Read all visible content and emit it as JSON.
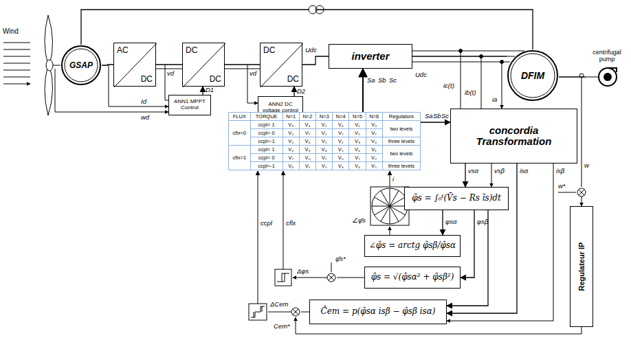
{
  "diagram": {
    "nodes": [
      {
        "text": [
          "GSAP"
        ]
      },
      {
        "text": [
          "AC",
          "DC"
        ]
      },
      {
        "text": [
          "DC",
          "DC"
        ]
      },
      {
        "text": [
          "ANN1 MPPT Control"
        ]
      },
      {
        "text": [
          "DC",
          "DC"
        ]
      },
      {
        "text": [
          "ANN2 DC voltage control"
        ]
      },
      {
        "text": [
          "inverter"
        ]
      },
      {
        "text": [
          "DFIM"
        ]
      },
      {
        "text": [
          "centrifugal pump"
        ]
      },
      {
        "text": [
          "concordia Transformation"
        ]
      },
      {
        "text": [
          "φ̄s = ∫₀ᵗ(V̄s − Rs īs)dt"
        ]
      },
      {
        "text": [
          "∠φ̂s = arctg φ̂sβ/φ̂sα"
        ]
      },
      {
        "text": [
          "φ̂s = √(φ̂sα² + φ̂sβ²)"
        ]
      },
      {
        "text": [
          "Ĉem = p(φ̂sα isβ − φ̂sβ isα)"
        ]
      },
      {
        "text": [
          "Regulateur IP"
        ]
      },
      {
        "text": [
          "FLUX",
          "TORQUE",
          "N=1",
          "N=2",
          "N=3",
          "N=4",
          "N=5",
          "N=6",
          "Regulators",
          "cflx=0",
          "ccpl= 1",
          "V₃",
          "V₄",
          "V₅",
          "V₆",
          "V₁",
          "V₂",
          "two levels",
          "ccpl= 0",
          "V₀",
          "V₇",
          "V₀",
          "V₇",
          "V₀",
          "V₇",
          "ccpl=-1",
          "V₅",
          "V₆",
          "V₁",
          "V₂",
          "V₃",
          "V₄",
          "three levels",
          "cflx=1",
          "ccpl= 1",
          "V₂",
          "V₃",
          "V₄",
          "V₅",
          "V₆",
          "V₁",
          "two levels",
          "ccpl= 0",
          "V₇",
          "V₀",
          "V₇",
          "V₀",
          "V₇",
          "V₀",
          "ccpl=-1",
          "V₆",
          "V₁",
          "V₂",
          "V₃",
          "V₄",
          "V₅",
          "three levels"
        ]
      }
    ],
    "edges": [
      {
        "from": 0,
        "to": 1,
        "arrow": "none"
      },
      {
        "from": 1,
        "to": 2,
        "arrow": "none"
      },
      {
        "from": 2,
        "to": 4,
        "arrow": "none"
      },
      {
        "from": 4,
        "to": 6,
        "arrow": "none"
      },
      {
        "from": 6,
        "to": 7,
        "arrow": "none"
      },
      {
        "from": 0,
        "to": 7,
        "arrow": "none"
      },
      {
        "from": 7,
        "to": 8,
        "arrow": "none"
      },
      {
        "from": 3,
        "to": 2,
        "arrow": "to"
      },
      {
        "from": 5,
        "to": 4,
        "arrow": "to"
      },
      {
        "from": 15,
        "to": 6,
        "arrow": "to"
      },
      {
        "from": 15,
        "to": 9,
        "arrow": "to"
      },
      {
        "from": 9,
        "to": 10,
        "arrow": "to"
      },
      {
        "from": 9,
        "to": 13,
        "arrow": "to"
      },
      {
        "from": 10,
        "to": 11,
        "arrow": "to"
      },
      {
        "from": 10,
        "to": 12,
        "arrow": "to"
      },
      {
        "from": 10,
        "to": 13,
        "arrow": "to"
      }
    ],
    "labels": [
      "Wind",
      "vd",
      "D1",
      "Id",
      "wd",
      "vd",
      "D2",
      "Udc",
      "Sa",
      "Sb",
      "Sc",
      "Udc",
      "Sa",
      "Sb",
      "Sc",
      "ic(t)",
      "ib(t)",
      "ia",
      "vsα",
      "vsβ",
      "isα",
      "isβ",
      "φsα",
      "φsβ",
      "i",
      "∠φ̂s",
      "φ̂s*",
      "Δφs",
      "ΔCem",
      "Cem*",
      "ccpl",
      "cflx",
      "w",
      "w*"
    ]
  }
}
